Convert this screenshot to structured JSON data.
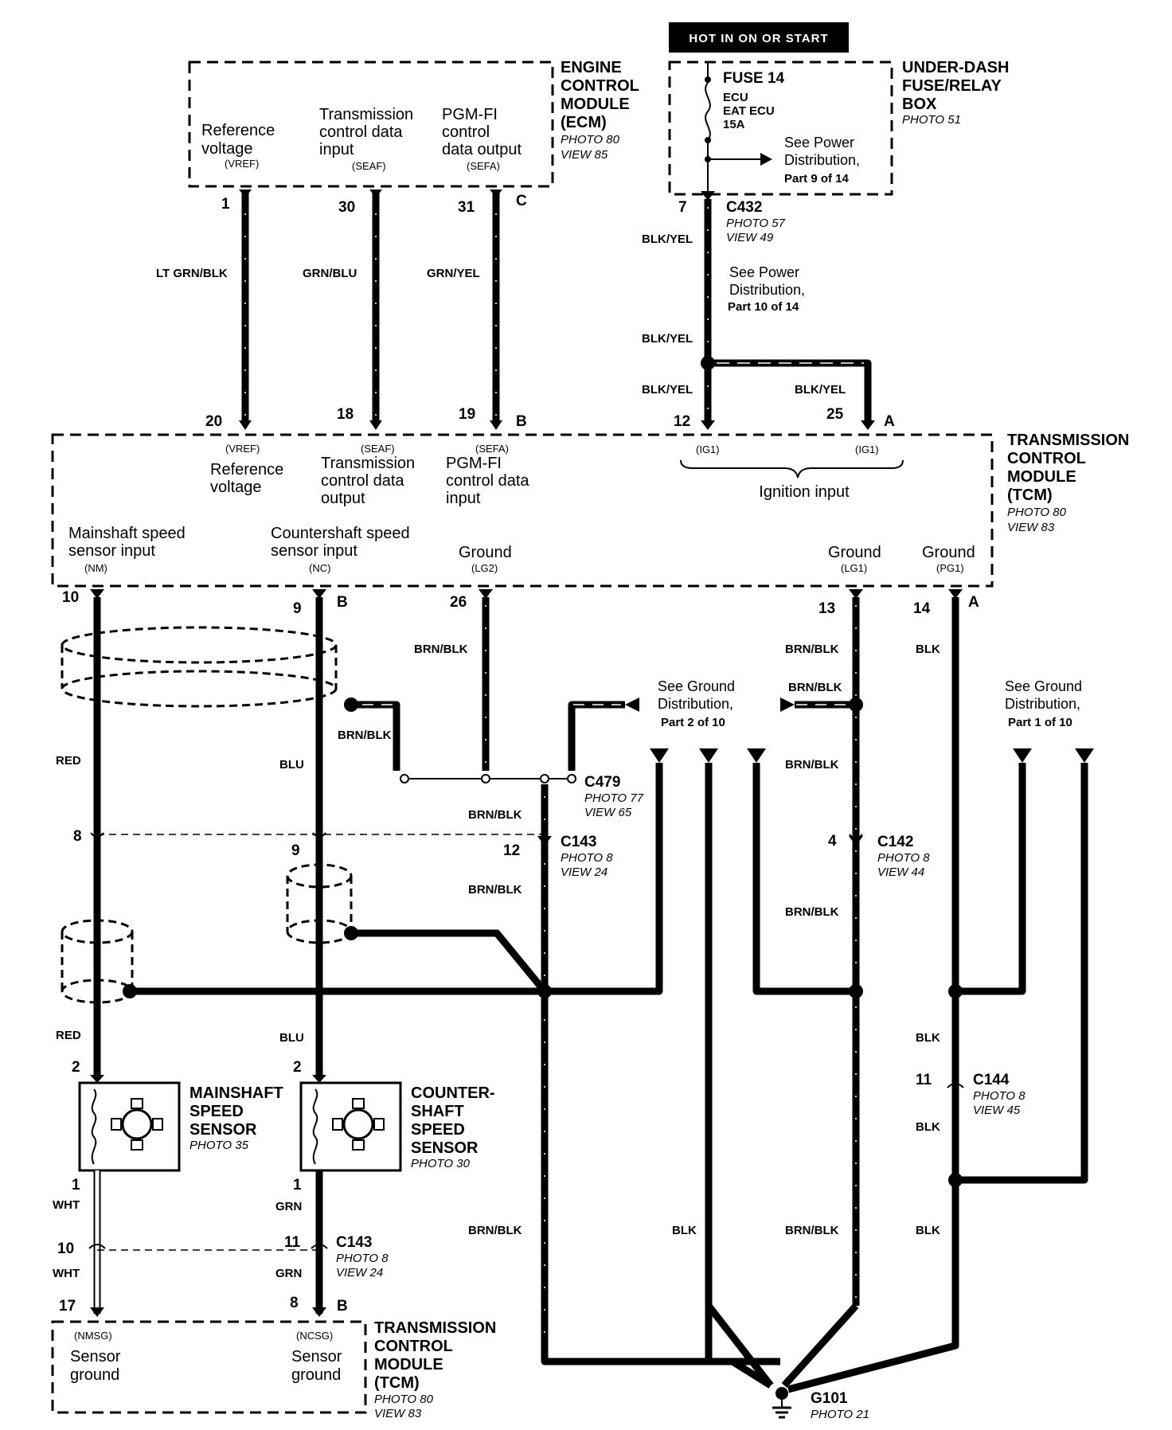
{
  "hot_label": "HOT IN ON OR START",
  "ecm": {
    "title": [
      "ENGINE",
      "CONTROL",
      "MODULE",
      "(ECM)"
    ],
    "photo": "PHOTO 80",
    "view": "VIEW 85",
    "signals": [
      {
        "line1": "Reference",
        "line2": "voltage",
        "code": "(VREF)"
      },
      {
        "line1": "Transmission",
        "line2": "control data",
        "line3": "input",
        "code": "(SEAF)"
      },
      {
        "line1": "PGM-FI",
        "line2": "control",
        "line3": "data output",
        "code": "(SEFA)"
      }
    ],
    "pins": [
      "1",
      "30",
      "31"
    ],
    "connector": "C"
  },
  "fuse_box": {
    "title": [
      "UNDER-DASH",
      "FUSE/RELAY",
      "BOX"
    ],
    "photo": "PHOTO 51",
    "fuse": "FUSE 14",
    "fuse_desc": [
      "ECU",
      "EAT ECU",
      "15A"
    ],
    "see": [
      "See Power",
      "Distribution,",
      "Part 9 of 14"
    ]
  },
  "c432": {
    "pin": "7",
    "name": "C432",
    "photo": "PHOTO 57",
    "view": "VIEW 49"
  },
  "see_power_10": [
    "See Power",
    "Distribution,",
    "Part 10 of 14"
  ],
  "tcm": {
    "title": [
      "TRANSMISSION",
      "CONTROL",
      "MODULE",
      "(TCM)"
    ],
    "photo": "PHOTO 80",
    "view": "VIEW 83",
    "top_pins": [
      "20",
      "18",
      "19",
      "12",
      "25"
    ],
    "top_connectors": [
      "B",
      "A"
    ],
    "top_signals": [
      {
        "code": "(VREF)",
        "line1": "Reference",
        "line2": "voltage"
      },
      {
        "code": "(SEAF)",
        "line1": "Transmission",
        "line2": "control data",
        "line3": "output"
      },
      {
        "code": "(SEFA)",
        "line1": "PGM-FI",
        "line2": "control data",
        "line3": "input"
      }
    ],
    "ig1": [
      "(IG1)",
      "(IG1)"
    ],
    "ignition_input": "Ignition input",
    "bottom_signals": [
      {
        "line1": "Mainshaft speed",
        "line2": "sensor input",
        "code": "(NM)"
      },
      {
        "line1": "Countershaft speed",
        "line2": "sensor input",
        "code": "(NC)"
      },
      {
        "line1": "Ground",
        "code": "(LG2)"
      },
      {
        "line1": "Ground",
        "code": "(LG1)"
      },
      {
        "line1": "Ground",
        "code": "(PG1)"
      }
    ],
    "bottom_pins": [
      "10",
      "9",
      "26",
      "13",
      "14"
    ],
    "bottom_connectors": [
      "B",
      "A"
    ]
  },
  "wire_colors": {
    "ltgrn_blk": "LT GRN/BLK",
    "grn_blu": "GRN/BLU",
    "grn_yel": "GRN/YEL",
    "blk_yel": "BLK/YEL",
    "brn_blk": "BRN/BLK",
    "blk": "BLK",
    "red": "RED",
    "blu": "BLU",
    "wht": "WHT",
    "grn": "GRN"
  },
  "see_ground_2": [
    "See Ground",
    "Distribution,",
    "Part 2 of 10"
  ],
  "see_ground_1": [
    "See Ground",
    "Distribution,",
    "Part 1 of 10"
  ],
  "c479": {
    "name": "C479",
    "photo": "PHOTO 77",
    "view": "VIEW 65"
  },
  "c143": {
    "name": "C143",
    "photo": "PHOTO 8",
    "view": "VIEW 24",
    "pins": [
      "8",
      "9",
      "12"
    ]
  },
  "c142": {
    "name": "C142",
    "photo": "PHOTO 8",
    "view": "VIEW 44",
    "pin": "4"
  },
  "c144": {
    "name": "C144",
    "photo": "PHOTO 8",
    "view": "VIEW 45",
    "pin": "11"
  },
  "c143b": {
    "name": "C143",
    "photo": "PHOTO 8",
    "view": "VIEW 24",
    "pins": [
      "10",
      "11"
    ]
  },
  "mainshaft": {
    "title": [
      "MAINSHAFT",
      "SPEED",
      "SENSOR"
    ],
    "photo": "PHOTO 35",
    "pins": [
      "2",
      "1"
    ]
  },
  "countershaft": {
    "title": [
      "COUNTER-",
      "SHAFT",
      "SPEED",
      "SENSOR"
    ],
    "photo": "PHOTO 30",
    "pins": [
      "2",
      "1"
    ]
  },
  "tcm_bottom": {
    "title": [
      "TRANSMISSION",
      "CONTROL",
      "MODULE",
      "(TCM)"
    ],
    "photo": "PHOTO 80",
    "view": "VIEW 83",
    "pins": [
      "17",
      "8"
    ],
    "connector": "B",
    "signals": [
      {
        "code": "(NMSG)",
        "line1": "Sensor",
        "line2": "ground"
      },
      {
        "code": "(NCSG)",
        "line1": "Sensor",
        "line2": "ground"
      }
    ]
  },
  "g101": {
    "name": "G101",
    "photo": "PHOTO 21"
  }
}
